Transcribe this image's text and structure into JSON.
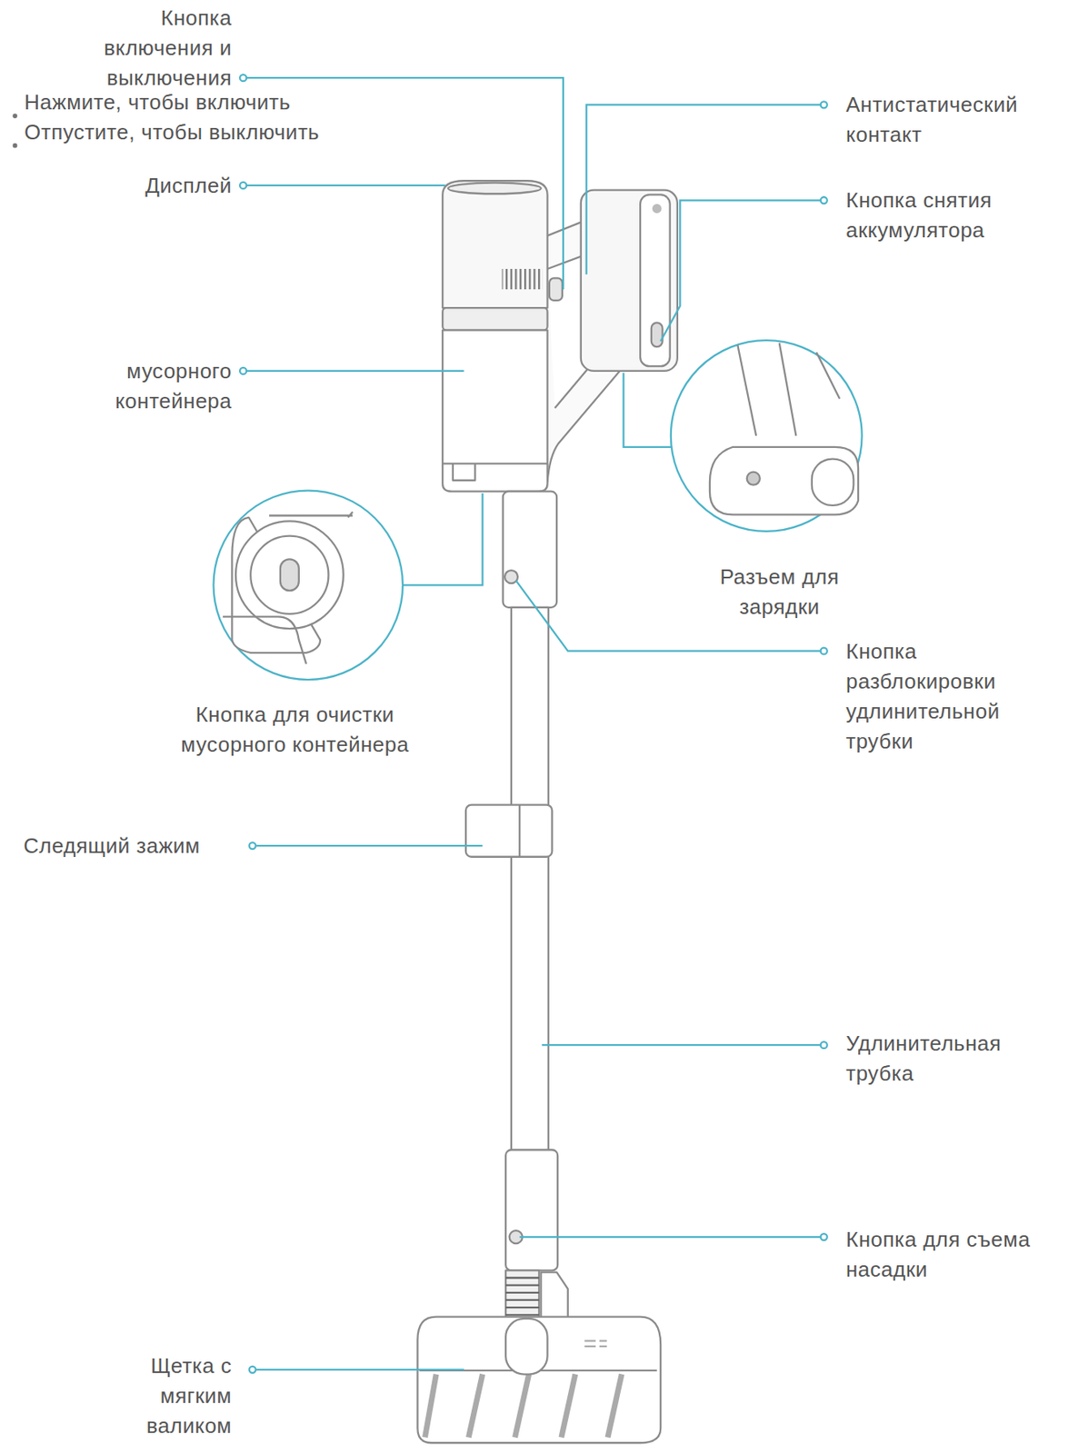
{
  "diagram": {
    "labels": [
      "Кнопка включения и выключения",
      "Нажмите, чтобы включить",
      "Отпустите, чтобы выключить",
      "Дисплей",
      "мусорного контейнера",
      "Антистатический контакт",
      "Кнопка снятия аккумулятора",
      "Разъем для зарядки",
      "Кнопка разблокировки удлинительной трубки",
      "Кнопка для очистки мусорного контейнера",
      "Следящий зажим",
      "Удлинительная трубка",
      "Кнопка для съема насадки",
      "Щетка с мягким валиком"
    ]
  }
}
